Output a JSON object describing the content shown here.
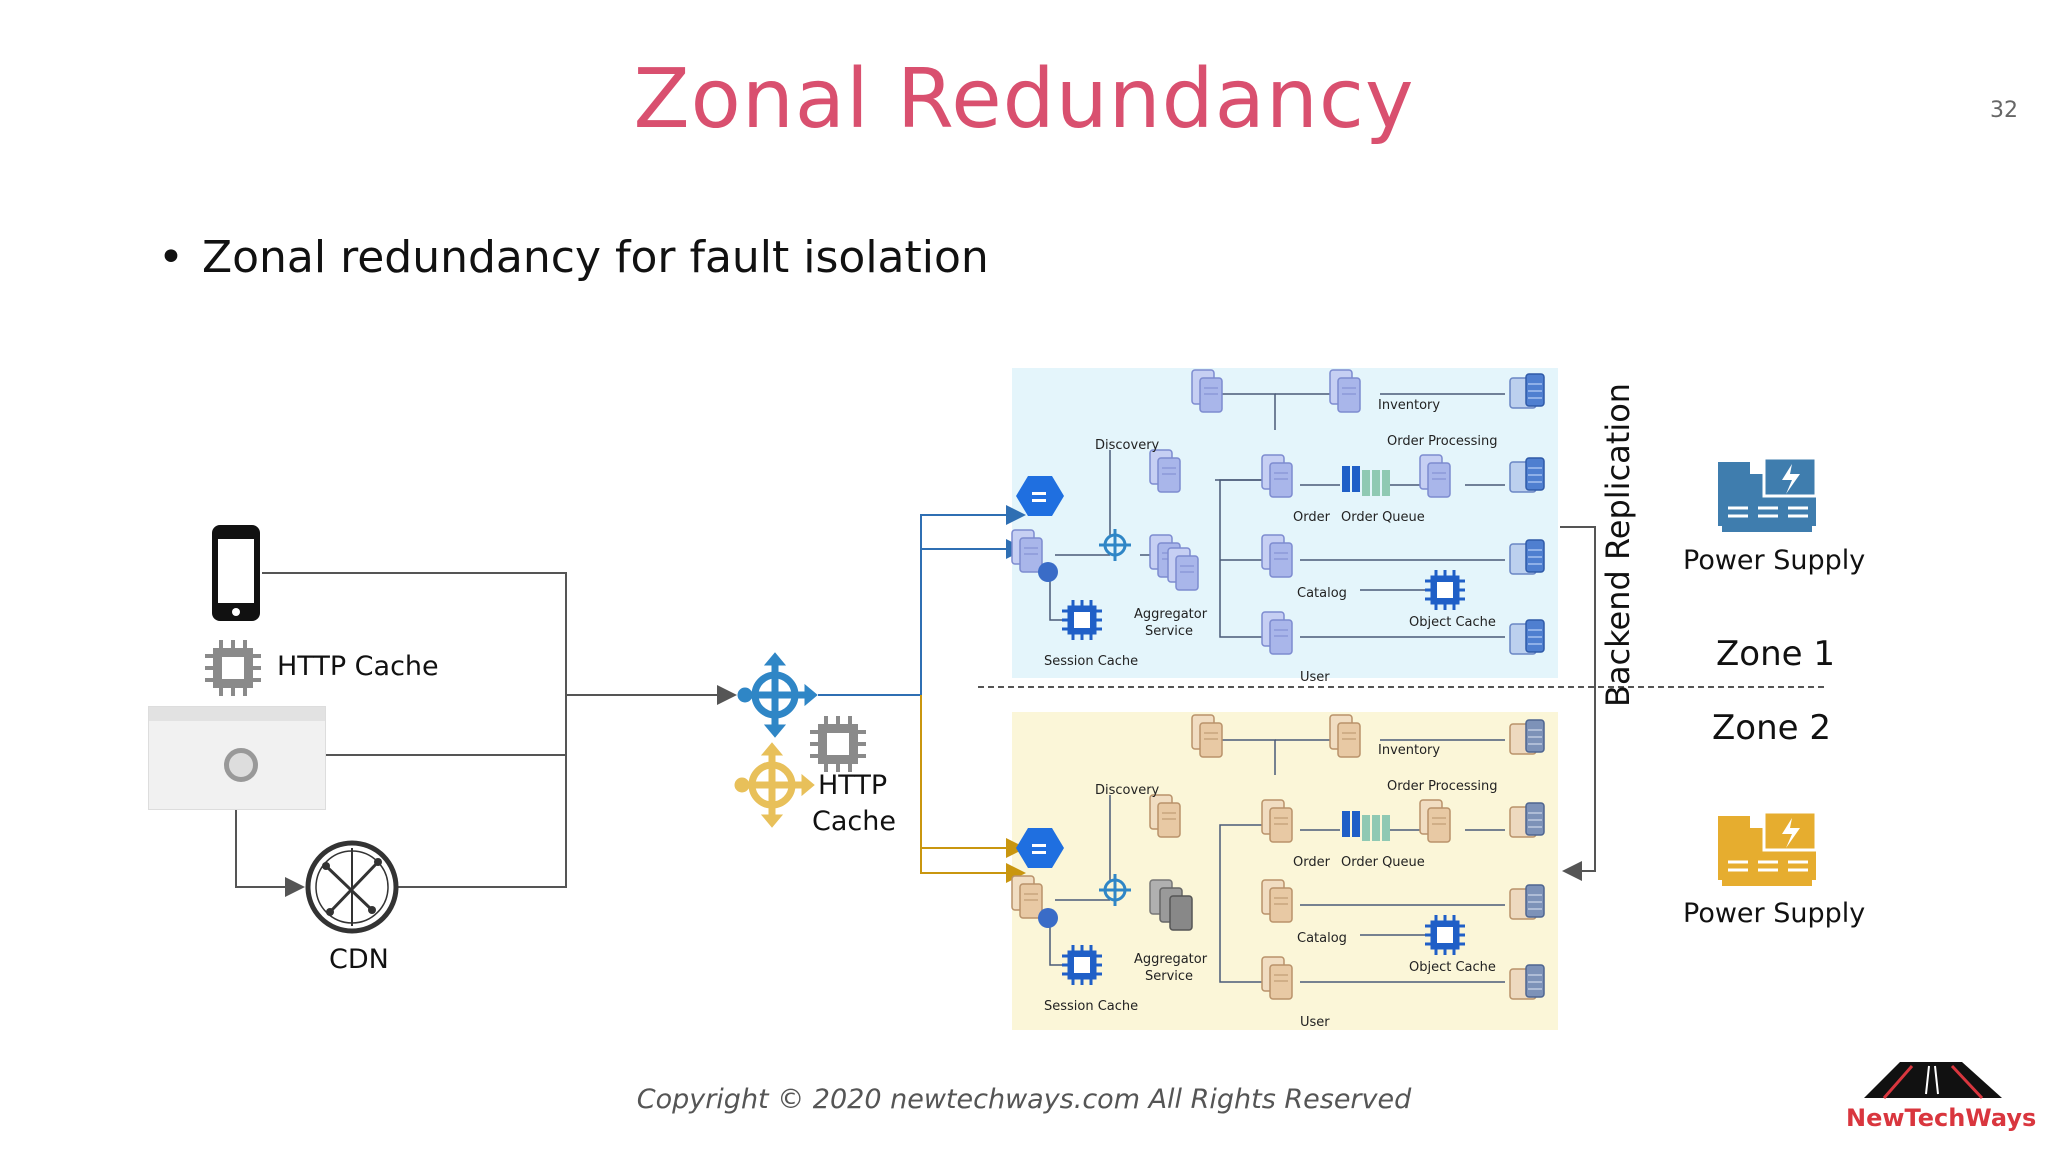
{
  "slide": {
    "title": "Zonal Redundancy",
    "page_number": "32",
    "bullet_text": "Zonal redundancy for fault isolation",
    "copyright": "Copyright © 2020 newtechways.com All Rights Reserved",
    "brand": "NewTechWays"
  },
  "client_side": {
    "http_cache_label": "HTTP Cache",
    "cdn_label": "CDN"
  },
  "load_balancer": {
    "cache_label_line1": "HTTP",
    "cache_label_line2": "Cache"
  },
  "zone_diagram": {
    "discovery": "Discovery",
    "inventory": "Inventory",
    "order_processing": "Order Processing",
    "order": "Order",
    "order_queue": "Order Queue",
    "catalog": "Catalog",
    "object_cache": "Object Cache",
    "aggregator_line1": "Aggregator",
    "aggregator_line2": "Service",
    "session_cache": "Session Cache",
    "user": "User"
  },
  "right_panel": {
    "backend_replication": "Backend Replication",
    "power_supply_1": "Power Supply",
    "power_supply_2": "Power Supply",
    "zone1": "Zone 1",
    "zone2": "Zone 2"
  },
  "colors": {
    "title": "#d9506f",
    "zone1_background": "#e4f5fb",
    "zone2_background": "#fbf6d8",
    "blue_arrow": "#2f6fb3",
    "gold_arrow": "#c9960f",
    "zone1_server": "#a9b6ea",
    "zone2_server": "#e8c9a4",
    "brand_red": "#d9363e"
  }
}
